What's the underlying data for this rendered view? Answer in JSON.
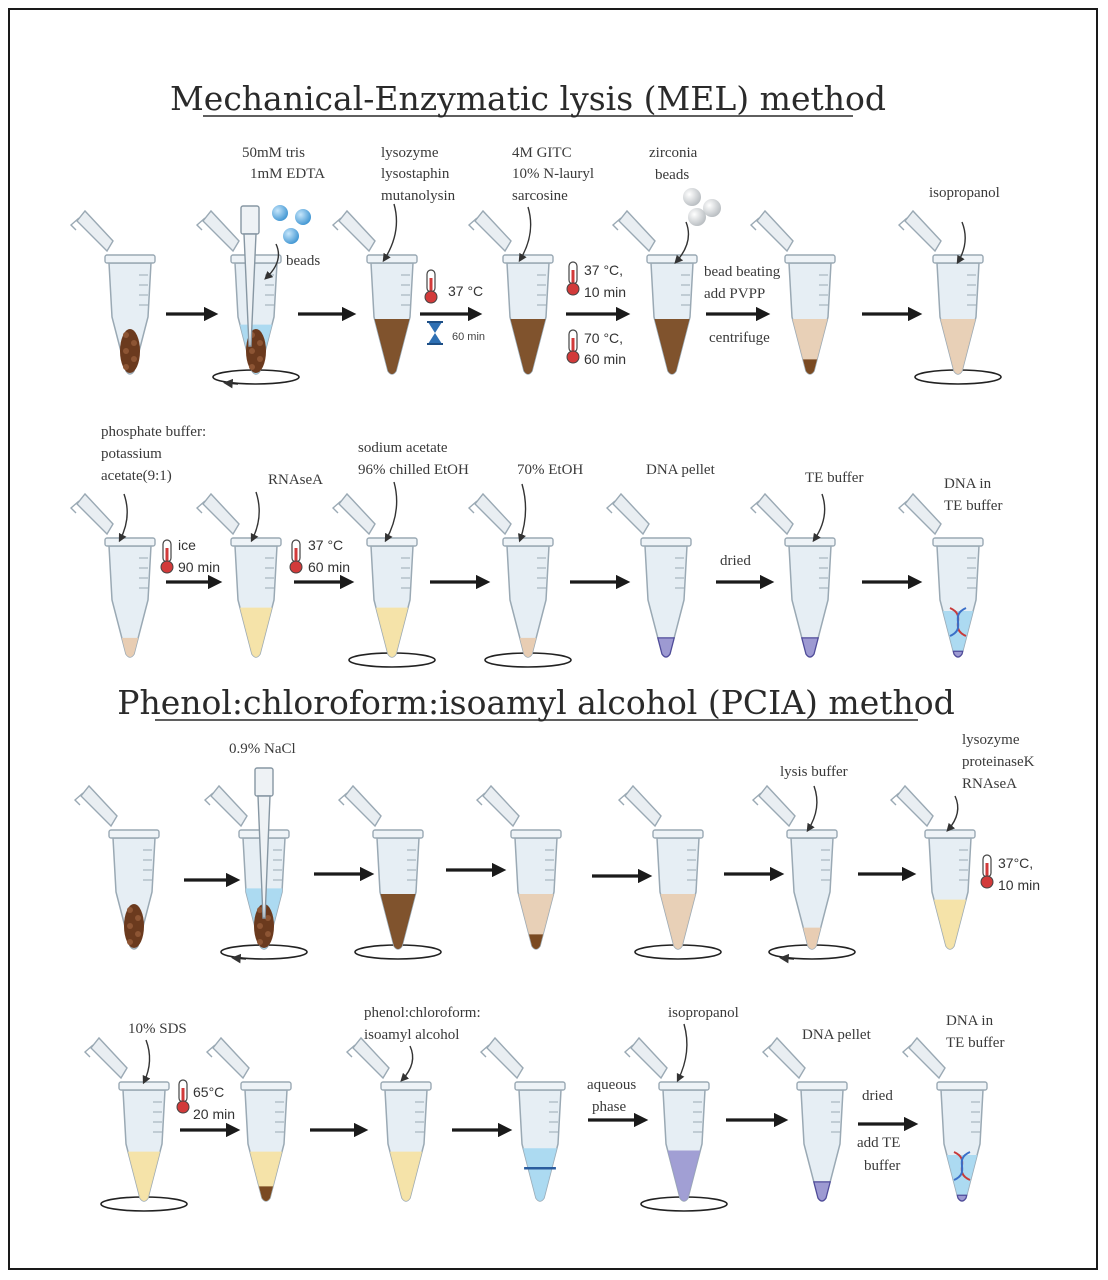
{
  "titles": {
    "mel": "Mechanical-Enzymatic lysis (MEL) method",
    "pcia": "Phenol:chloroform:isoamyl alcohol (PCIA) method"
  },
  "mel_row1": {
    "tris": "50mM tris",
    "edta": "1mM EDTA",
    "beads": "beads",
    "lysozyme": "lysozyme",
    "lysostaphin": "lysostaphin",
    "mutanolysin": "mutanolysin",
    "gitc": "4M GITC",
    "lauryl": "10% N-lauryl",
    "sarcosine": "sarcosine",
    "zirconia": "zirconia",
    "zirconia_beads": "beads",
    "isopropanol": "isopropanol",
    "temp1": "37 °C",
    "time1": "60 min",
    "temp2": "37 °C,",
    "time2": "10 min",
    "temp3": "70 °C,",
    "time3": "60 min",
    "bead_beating": "bead beating",
    "add_pvpp": "add PVPP",
    "centrifuge": "centrifuge"
  },
  "mel_row2": {
    "phosphate": "phosphate buffer:",
    "potassium": "potassium",
    "acetate": "acetate(9:1)",
    "ice": "ice",
    "ice_time": "90 min",
    "rnasea": "RNAseA",
    "temp": "37 °C",
    "temp_time": "60  min",
    "sodium": "sodium acetate",
    "etoh96": "96% chilled EtOH",
    "etoh70": "70% EtOH",
    "dna_pellet": "DNA pellet",
    "dried": "dried",
    "te_buffer": "TE buffer",
    "dna_in": "DNA in",
    "dna_in_te": "TE buffer"
  },
  "pcia_row1": {
    "nacl": "0.9% NaCl",
    "lysis_buffer": "lysis buffer",
    "lysozyme": "lysozyme",
    "proteinasek": "proteinaseK",
    "rnasea": "RNAseA",
    "temp": "37°C,",
    "time": "10 min"
  },
  "pcia_row2": {
    "sds": "10% SDS",
    "temp": "65°C",
    "time": "20 min",
    "pci1": "phenol:chloroform:",
    "pci2": "isoamyl alcohol",
    "aqueous": "aqueous",
    "phase": "phase",
    "isopropanol": "isopropanol",
    "dna_pellet": "DNA pellet",
    "dried": "dried",
    "add_te": "add TE",
    "buffer": "buffer",
    "dna_in": "DNA in",
    "dna_in_te": "TE buffer"
  },
  "colors": {
    "tube_body": "#e6eef4",
    "tube_outline": "#9aa9b4",
    "sample_brown": "#6b3a1e",
    "lysate_brown": "#7a4a22",
    "tan": "#e8cdb3",
    "pale_yellow": "#f6e2a4",
    "water_blue": "#a9d8f0",
    "dna_purple": "#9d9ad2",
    "bead_blue": "#5aa6dc",
    "bead_grey": "#cfd3d6",
    "arrow": "#1a1a1a",
    "thermo_red": "#d23a3a",
    "hourglass": "#2d6fb3"
  },
  "icons": [
    "pipette-icon",
    "thermometer-icon",
    "hourglass-icon",
    "beads-icon",
    "dna-helix-icon",
    "rotation-ring-icon"
  ]
}
